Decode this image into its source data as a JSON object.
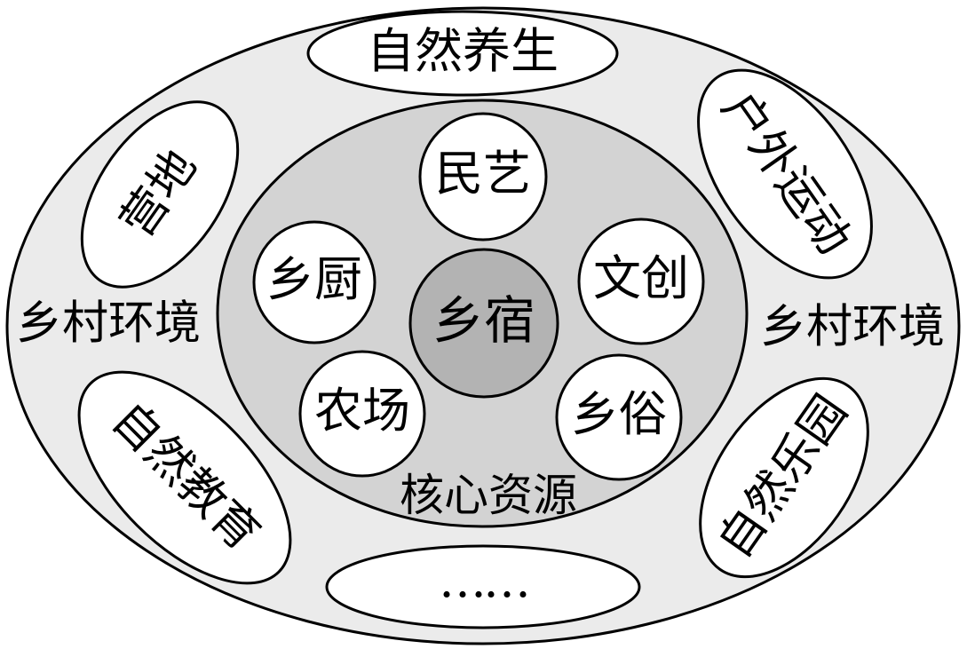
{
  "outer_label_left": "乡村环境",
  "outer_label_right": "乡村环境",
  "inner_label": "核心资源",
  "center": "乡宿",
  "core_resources": {
    "top": "民艺",
    "left": "乡厨",
    "right": "文创",
    "bottom_left": "农场",
    "bottom_right": "乡俗"
  },
  "environment_items": {
    "top": "自然养生",
    "top_left": "营地",
    "top_right": "户外运动",
    "bottom_left": "自然教育",
    "bottom_right": "自然乐园",
    "bottom": "……"
  },
  "colors": {
    "outer_fill": "#ebebeb",
    "inner_fill": "#d3d3d3",
    "center_fill": "#b3b3b3",
    "node_fill": "#ffffff",
    "stroke": "#000000"
  }
}
